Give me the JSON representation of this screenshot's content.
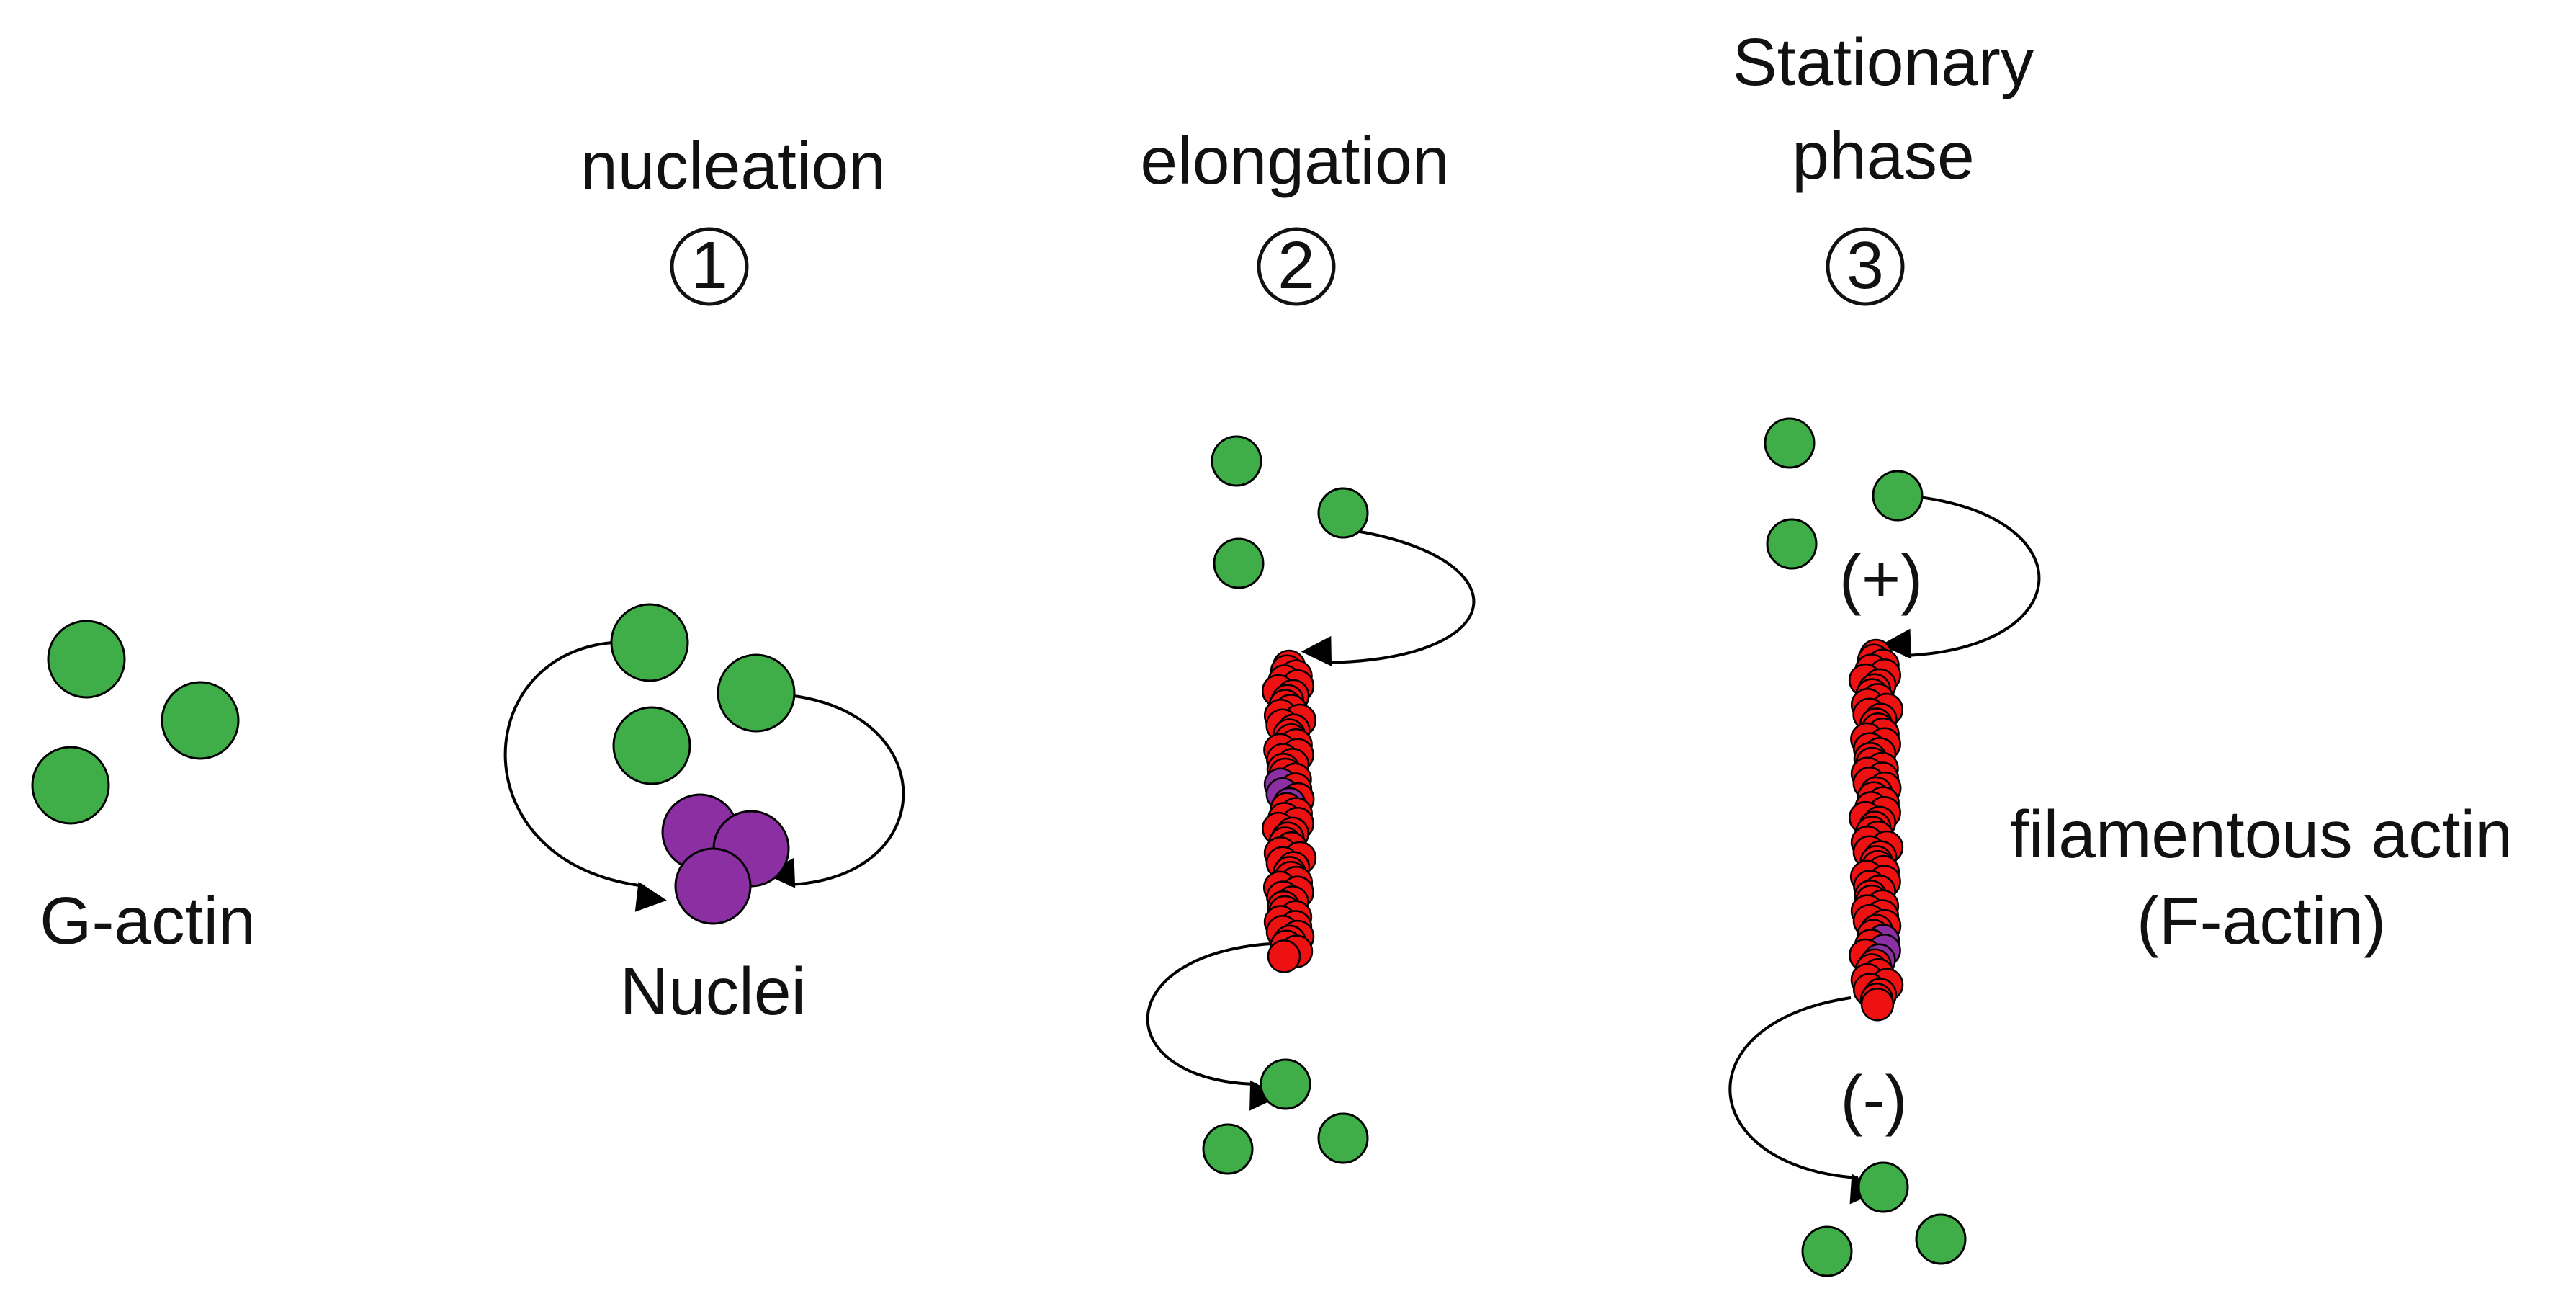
{
  "stages": [
    {
      "title_lines": [
        "nucleation"
      ],
      "number": "1"
    },
    {
      "title_lines": [
        "elongation"
      ],
      "number": "2"
    },
    {
      "title_lines": [
        "Stationary",
        "phase"
      ],
      "number": "3"
    }
  ],
  "labels": {
    "g_actin": "G-actin",
    "nuclei": "Nuclei",
    "f_actin_line1": "filamentous actin",
    "f_actin_line2": "(F-actin)",
    "plus_end": "(+)",
    "minus_end": "(-)"
  },
  "colors": {
    "g_actin": "#3fae49",
    "nucleus": "#8b2fa3",
    "f_actin": "#ee1111",
    "outline": "#000000",
    "text": "#111111"
  }
}
